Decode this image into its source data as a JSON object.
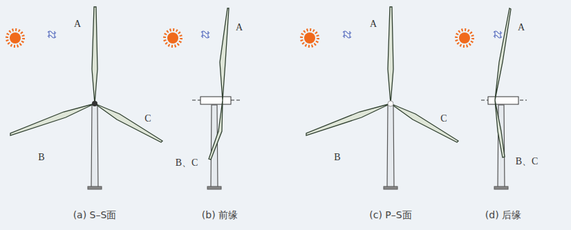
{
  "diagram": {
    "labels": [
      "A",
      "B",
      "C",
      "(a) S–S面",
      "A",
      "B、C",
      "(b) 前缘",
      "A",
      "B",
      "C",
      "(c) P–S面",
      "A",
      "B、C",
      "(d) 后缘"
    ]
  }
}
